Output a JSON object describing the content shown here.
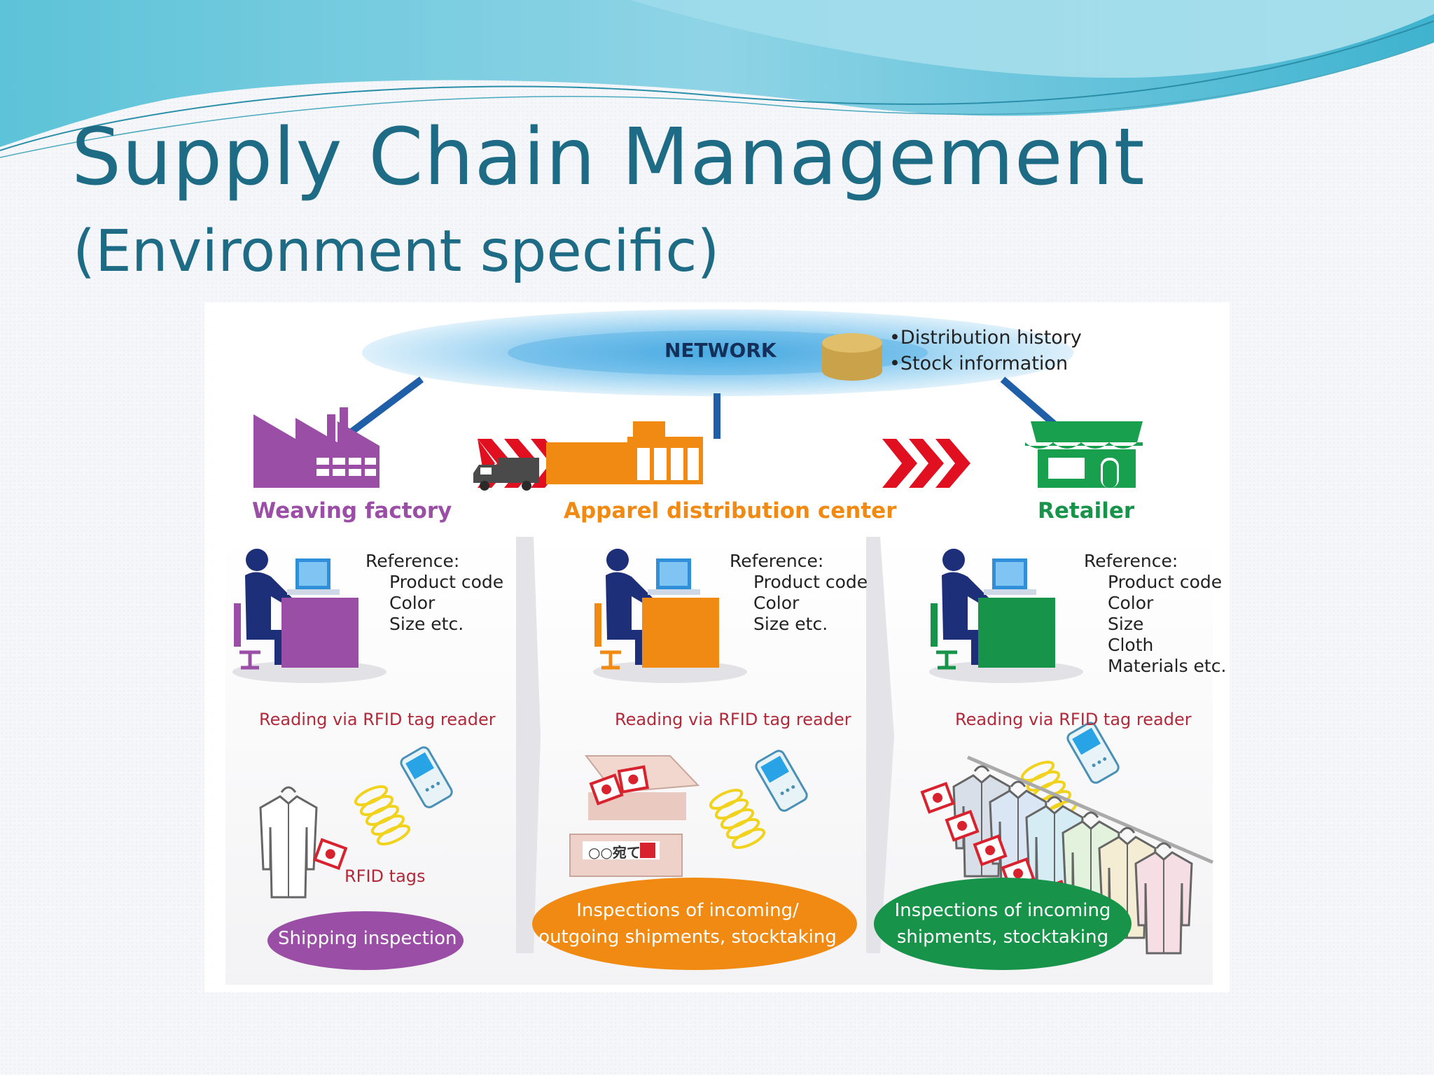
{
  "slide": {
    "title": "Supply Chain Management",
    "subtitle": "(Environment specific)"
  },
  "network": {
    "label": "NETWORK",
    "info": [
      "•Distribution history",
      "•Stock information"
    ]
  },
  "stages": [
    {
      "title": "Weaving factory",
      "color": "#9b4ea6",
      "reference_heading": "Reference:",
      "reference_items": [
        "Product code",
        "Color",
        "Size etc."
      ],
      "rfid_label": "Reading via RFID tag reader",
      "tag_label": "RFID tags",
      "activity_lines": [
        "Shipping inspection"
      ]
    },
    {
      "title": "Apparel distribution center",
      "color": "#f08a12",
      "reference_heading": "Reference:",
      "reference_items": [
        "Product code",
        "Color",
        "Size etc."
      ],
      "rfid_label": "Reading via RFID tag reader",
      "box_label": "○○宛て",
      "activity_lines": [
        "Inspections of incoming/",
        "outgoing shipments, stocktaking"
      ]
    },
    {
      "title": "Retailer",
      "color": "#17944a",
      "reference_heading": "Reference:",
      "reference_items": [
        "Product code",
        "Color",
        "Size",
        "Cloth",
        "Materials etc."
      ],
      "rfid_label": "Reading via RFID tag reader",
      "activity_lines": [
        "Inspections of incoming",
        "shipments, stocktaking"
      ]
    }
  ],
  "colors": {
    "title": "#1d6b85",
    "arrow": "#e01020",
    "network_line": "#1f5fa8",
    "rfid_text": "#b22a3a",
    "tag": "#d8232f",
    "coil": "#f1d21c"
  },
  "icons": [
    "factory-icon",
    "truck-icon",
    "warehouse-icon",
    "shop-icon",
    "person-at-computer-icon",
    "rfid-reader-icon",
    "rfid-tag-icon",
    "shirt-icon",
    "database-icon",
    "chevron-arrows-icon"
  ]
}
